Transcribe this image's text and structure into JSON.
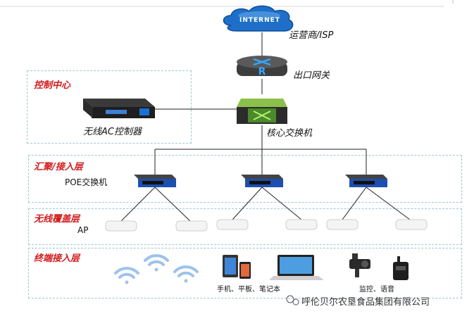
{
  "nodes": {
    "internet": "INTERNET",
    "isp": "运营商/ISP",
    "gateway": "出口网关",
    "core_switch": "核心交换机",
    "ac_controller": "无线AC控制器",
    "poe_switch": "POE交换机",
    "ap": "AP",
    "phones": "手机、平板、笔记本",
    "monitor": "监控、语音"
  },
  "layers": {
    "control": "控制中心",
    "aggregation": "汇聚/接入层",
    "wireless": "无线覆盖层",
    "terminal": "终端接入层"
  },
  "watermark": "呼伦贝尔农垦食品集团有限公司",
  "colors": {
    "accent_red": "#d21b1b",
    "dashed_border": "#9fc9cf",
    "cloud_blue": "#1f6fc8",
    "switch_blue": "#1d4fb0"
  }
}
